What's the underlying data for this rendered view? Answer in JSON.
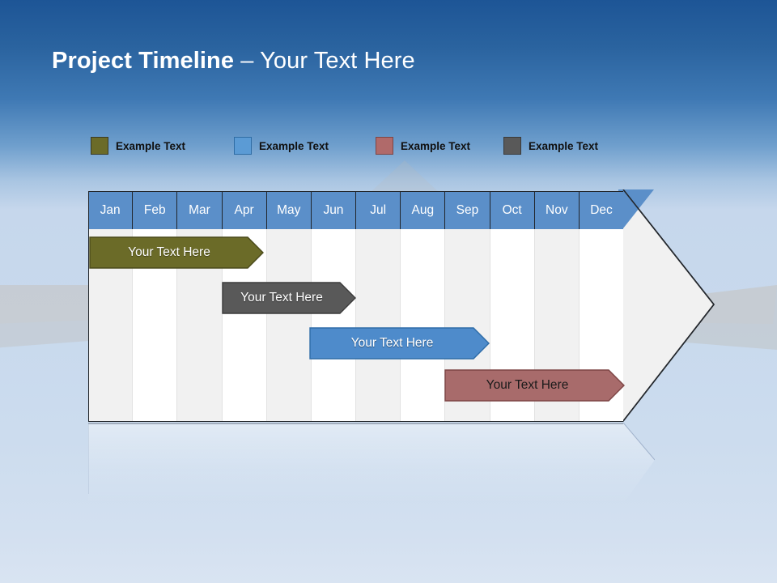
{
  "slide": {
    "title_bold": "Project Timeline",
    "title_rest": " – Your Text Here",
    "background_top_color": "#1d5596",
    "background_bottom_color": "#d9e4f2"
  },
  "legend": {
    "items": [
      {
        "label": "Example Text",
        "color": "#6b6b28",
        "x": 0
      },
      {
        "label": "Example Text",
        "color": "#5b9bd5",
        "x": 177
      },
      {
        "label": "Example Text",
        "color": "#b06a6a",
        "x": 352
      },
      {
        "label": "Example Text",
        "color": "#595959",
        "x": 510
      }
    ]
  },
  "timeline": {
    "header_color": "#5b8fc9",
    "column_alt_color": "#f1f1f1",
    "column_base_color": "#ffffff",
    "months": [
      "Jan",
      "Feb",
      "Mar",
      "Apr",
      "May",
      "Jun",
      "Jul",
      "Aug",
      "Sep",
      "Oct",
      "Nov",
      "Dec"
    ],
    "bars": [
      {
        "label": "Your  Text Here",
        "color": "#6b6b28",
        "border": "#4a4a1b",
        "text_style": "light",
        "start_month": 0,
        "span_months": 3.9,
        "row": 0
      },
      {
        "label": "Your  Text Here",
        "color": "#595959",
        "border": "#3c3c3c",
        "text_style": "light",
        "start_month": 3.0,
        "span_months": 2.95,
        "row": 1
      },
      {
        "label": "Your  Text Here",
        "color": "#4e8bcb",
        "border": "#2e6ca8",
        "text_style": "light",
        "start_month": 4.97,
        "span_months": 4.0,
        "row": 2
      },
      {
        "label": "Your  Text Here",
        "color": "#a86b6b",
        "border": "#7d4545",
        "text_style": "dark",
        "start_month": 8.0,
        "span_months": 4.0,
        "row": 3
      }
    ]
  },
  "chart_data": {
    "type": "bar",
    "title": "Project Timeline – Your Text Here",
    "xlabel": "",
    "ylabel": "",
    "categories": [
      "Jan",
      "Feb",
      "Mar",
      "Apr",
      "May",
      "Jun",
      "Jul",
      "Aug",
      "Sep",
      "Oct",
      "Nov",
      "Dec"
    ],
    "series": [
      {
        "name": "Example Text",
        "color": "#6b6b28",
        "label": "Your  Text Here",
        "start": "Jan",
        "end": "Apr"
      },
      {
        "name": "Example Text",
        "color": "#595959",
        "label": "Your  Text Here",
        "start": "Apr",
        "end": "Jun"
      },
      {
        "name": "Example Text",
        "color": "#4e8bcb",
        "label": "Your  Text Here",
        "start": "Jun",
        "end": "Sep"
      },
      {
        "name": "Example Text",
        "color": "#a86b6b",
        "label": "Your  Text Here",
        "start": "Sep",
        "end": "Dec"
      }
    ],
    "legend_position": "top",
    "grid": true
  }
}
